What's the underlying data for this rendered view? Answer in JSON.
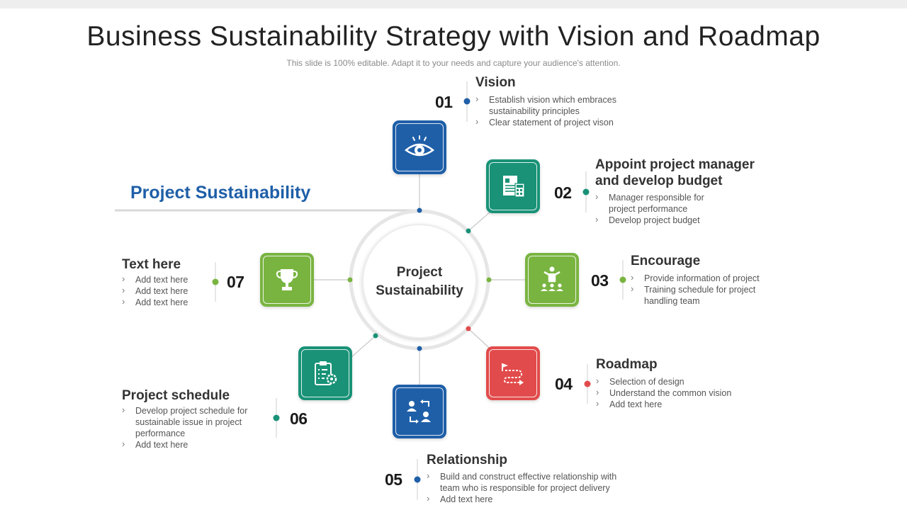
{
  "title": "Business Sustainability Strategy with Vision and Roadmap",
  "subtitle": "This slide is 100% editable. Adapt it to your needs and capture your audience's attention.",
  "side_label": "Project Sustainability",
  "center": {
    "line1": "Project",
    "line2": "Sustainability"
  },
  "colors": {
    "blue": "#1f5fa8",
    "teal": "#199277",
    "green": "#79b441",
    "red": "#e24b4b"
  },
  "steps": [
    {
      "num": "01",
      "title": "Vision",
      "icon": "eye-icon",
      "bullets": [
        "Establish vision which embraces",
        "sustainability principles",
        "Clear statement of project vison"
      ]
    },
    {
      "num": "02",
      "title_line1": "Appoint project manager",
      "title_line2": "and  develop budget",
      "icon": "document-calculator-icon",
      "bullets": [
        "Manager responsible for",
        "project performance",
        "Develop  project budget"
      ]
    },
    {
      "num": "03",
      "title": "Encourage",
      "icon": "presenter-audience-icon",
      "bullets": [
        "Provide information of project",
        "Training  schedule for project",
        "handling team"
      ]
    },
    {
      "num": "04",
      "title": "Roadmap",
      "icon": "route-flags-icon",
      "bullets": [
        "Selection of design",
        "Understand  the common vision",
        "Add text here"
      ]
    },
    {
      "num": "05",
      "title": "Relationship",
      "icon": "people-exchange-icon",
      "bullets": [
        "Build and construct effective  relationship with",
        "team who is responsible  for project delivery",
        "Add text here"
      ]
    },
    {
      "num": "06",
      "title": "Project schedule",
      "icon": "clipboard-gear-icon",
      "bullets": [
        "Develop  project schedule for",
        "sustainable issue in project",
        "performance",
        "Add text here"
      ]
    },
    {
      "num": "07",
      "title": "Text here",
      "icon": "trophy-icon",
      "bullets": [
        "Add text here",
        "Add text here",
        "Add text here"
      ]
    }
  ]
}
